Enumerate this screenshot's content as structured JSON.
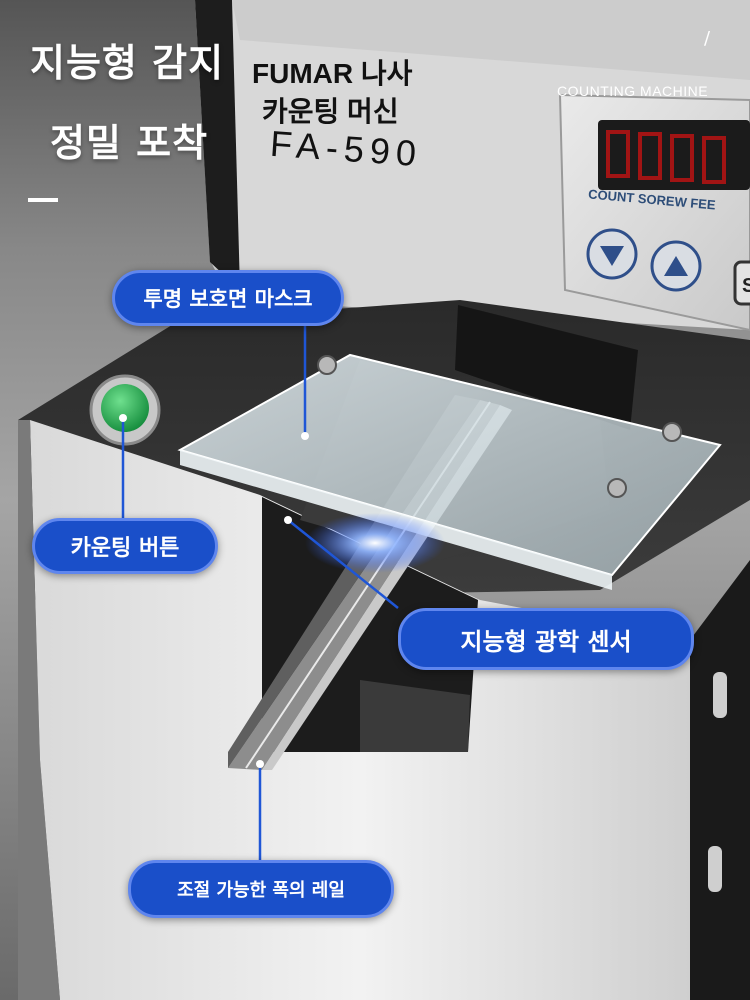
{
  "headline": {
    "line1": "지능형 감지",
    "line2": "정밀 포착"
  },
  "machine": {
    "brand_line1": "FUMAR 나사",
    "brand_line2": "카운팅 머신",
    "model": "FA-590",
    "counting_title": "COUNTING MACHINE",
    "slash": "/",
    "panel_caption": "COUNT SOREW FEE"
  },
  "callouts": {
    "mask": "투명 보호면 마스크",
    "button": "카운팅 버튼",
    "sensor": "지능형 광학 센서",
    "rail": "조절 가능한 폭의 레일"
  },
  "colors": {
    "callout_blue": "#1a4fc9",
    "button_green": "#1fa34a",
    "display_red": "#d02020"
  }
}
